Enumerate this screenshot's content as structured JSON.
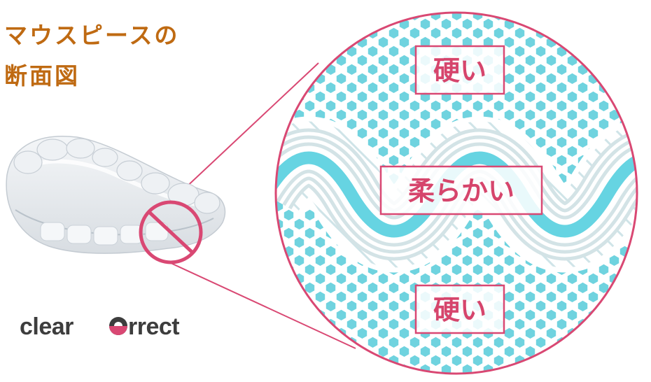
{
  "title": {
    "line1": "マウスピースの",
    "line2": "断面図"
  },
  "labels": {
    "top": "硬い",
    "middle": "柔らかい",
    "bottom": "硬い"
  },
  "logo": {
    "text_before": "clear",
    "text_after": "rrect"
  },
  "colors": {
    "title": "#bf6a12",
    "accent": "#d94873",
    "hex_fill": "#6fd3df",
    "soft_stripe": "#66d4e2",
    "logo_dark": "#3d3d3d"
  }
}
